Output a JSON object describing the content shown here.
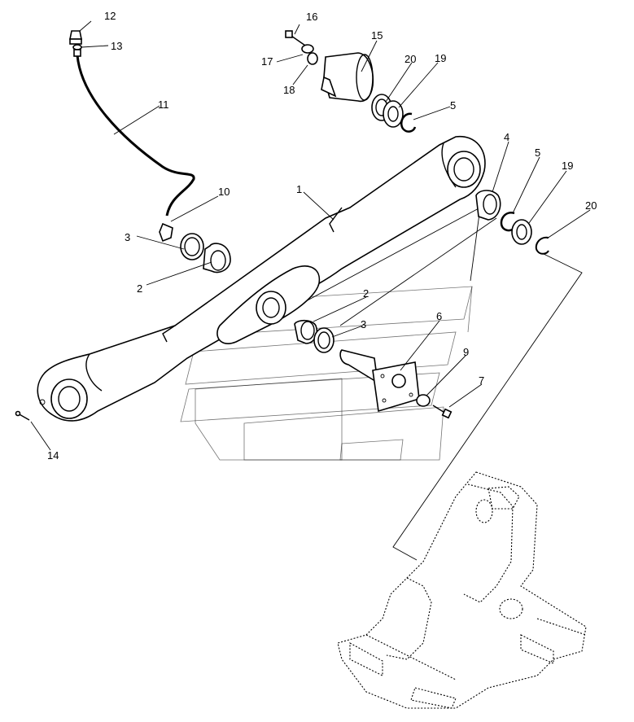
{
  "diagram": {
    "callouts": [
      {
        "id": "c1",
        "label": "1"
      },
      {
        "id": "c2a",
        "label": "2"
      },
      {
        "id": "c2b",
        "label": "2"
      },
      {
        "id": "c3a",
        "label": "3"
      },
      {
        "id": "c3b",
        "label": "3"
      },
      {
        "id": "c4",
        "label": "4"
      },
      {
        "id": "c5a",
        "label": "5"
      },
      {
        "id": "c5b",
        "label": "5"
      },
      {
        "id": "c6",
        "label": "6"
      },
      {
        "id": "c7",
        "label": "7"
      },
      {
        "id": "c9",
        "label": "9"
      },
      {
        "id": "c10",
        "label": "10"
      },
      {
        "id": "c11",
        "label": "11"
      },
      {
        "id": "c12",
        "label": "12"
      },
      {
        "id": "c13",
        "label": "13"
      },
      {
        "id": "c14",
        "label": "14"
      },
      {
        "id": "c15",
        "label": "15"
      },
      {
        "id": "c16",
        "label": "16"
      },
      {
        "id": "c17",
        "label": "17"
      },
      {
        "id": "c18",
        "label": "18"
      },
      {
        "id": "c19a",
        "label": "19"
      },
      {
        "id": "c19b",
        "label": "19"
      },
      {
        "id": "c20a",
        "label": "20"
      },
      {
        "id": "c20b",
        "label": "20"
      }
    ]
  }
}
